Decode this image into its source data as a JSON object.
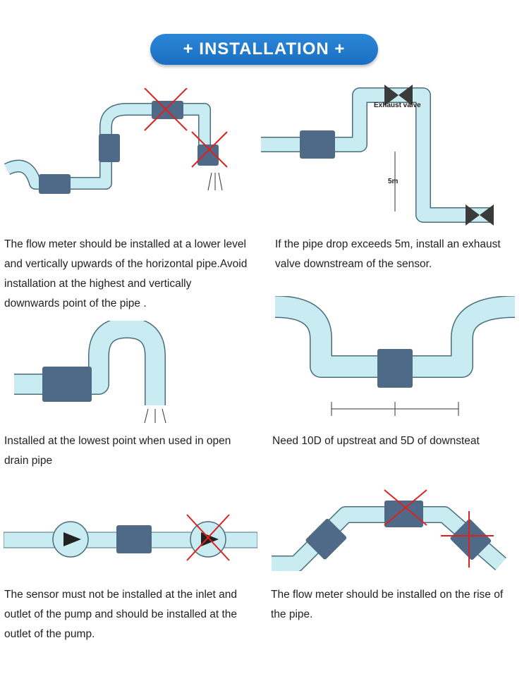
{
  "banner": {
    "title": "+ INSTALLATION +"
  },
  "labels": {
    "exhaust_valve": "Exhaust valve",
    "drop_height": "5m"
  },
  "captions": {
    "c1": "The flow meter should be installed at a lower level and vertically upwards of the horizontal pipe.Avoid installation at the highest and vertically downwards point of the pipe .",
    "c2": "If the pipe drop exceeds 5m, install an exhaust valve downstream of the sensor.",
    "c3": "Installed at the lowest point when used in open drain pipe",
    "c4": "Need 10D of upstreat and 5D of downsteat",
    "c5": "The sensor must not be installed at the inlet and outlet of the pump and should be installed at the outlet of the pump.",
    "c6": "The flow meter should be installed on the rise of the pipe."
  },
  "colors": {
    "banner": "#1f78cc",
    "pipe_fill": "#c9ecf2",
    "pipe_stroke": "#4a6e7c",
    "meter": "#4f6a86",
    "cross": "#e02020"
  }
}
